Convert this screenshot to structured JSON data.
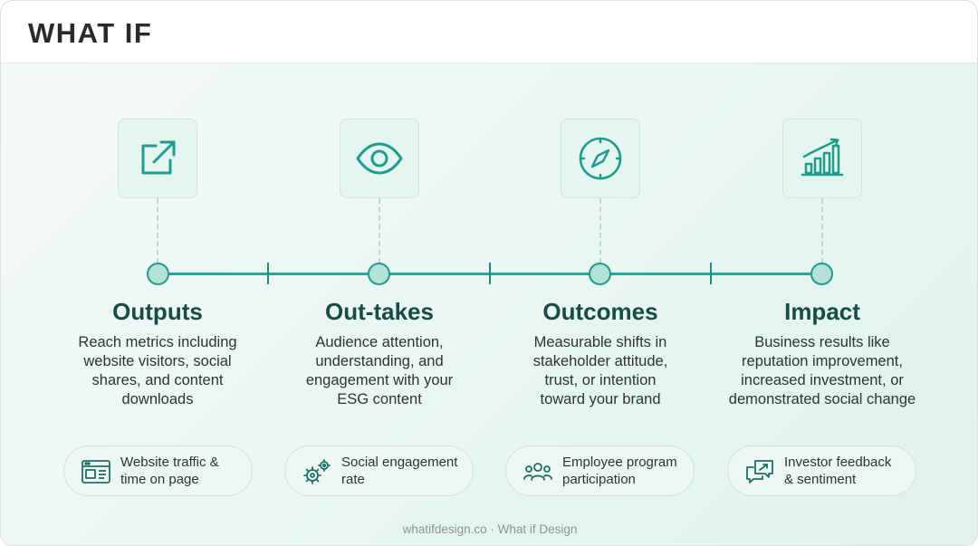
{
  "brand": {
    "logo_text": "WHAT IF"
  },
  "stages": [
    {
      "title": "Outputs",
      "icon": "external-link-icon",
      "description_lines": [
        "Reach metrics including",
        "website visitors, social",
        "shares, and content",
        "downloads"
      ],
      "metric": {
        "icon": "browser-window-icon",
        "lines": [
          "Website traffic &",
          "time on page"
        ]
      }
    },
    {
      "title": "Out-takes",
      "icon": "eye-icon",
      "description_lines": [
        "Audience attention,",
        "understanding, and",
        "engagement with your",
        "ESG content"
      ],
      "metric": {
        "icon": "gears-icon",
        "lines": [
          "Social engagement",
          "rate"
        ]
      }
    },
    {
      "title": "Outcomes",
      "icon": "compass-icon",
      "description_lines": [
        "Measurable shifts in",
        "stakeholder attitude,",
        "trust, or intention",
        "toward your brand"
      ],
      "metric": {
        "icon": "people-group-icon",
        "lines": [
          "Employee program",
          "participation"
        ]
      }
    },
    {
      "title": "Impact",
      "icon": "growth-chart-icon",
      "description_lines": [
        "Business results like",
        "reputation improvement,",
        "increased investment, or",
        "demonstrated social change"
      ],
      "metric": {
        "icon": "chat-feedback-icon",
        "lines": [
          "Investor feedback",
          "& sentiment"
        ]
      }
    }
  ],
  "footer": {
    "text": "whatifdesign.co · What if Design"
  },
  "colors": {
    "accent": "#2ba597",
    "title": "#164b46",
    "node_fill": "#b4e2d6"
  }
}
